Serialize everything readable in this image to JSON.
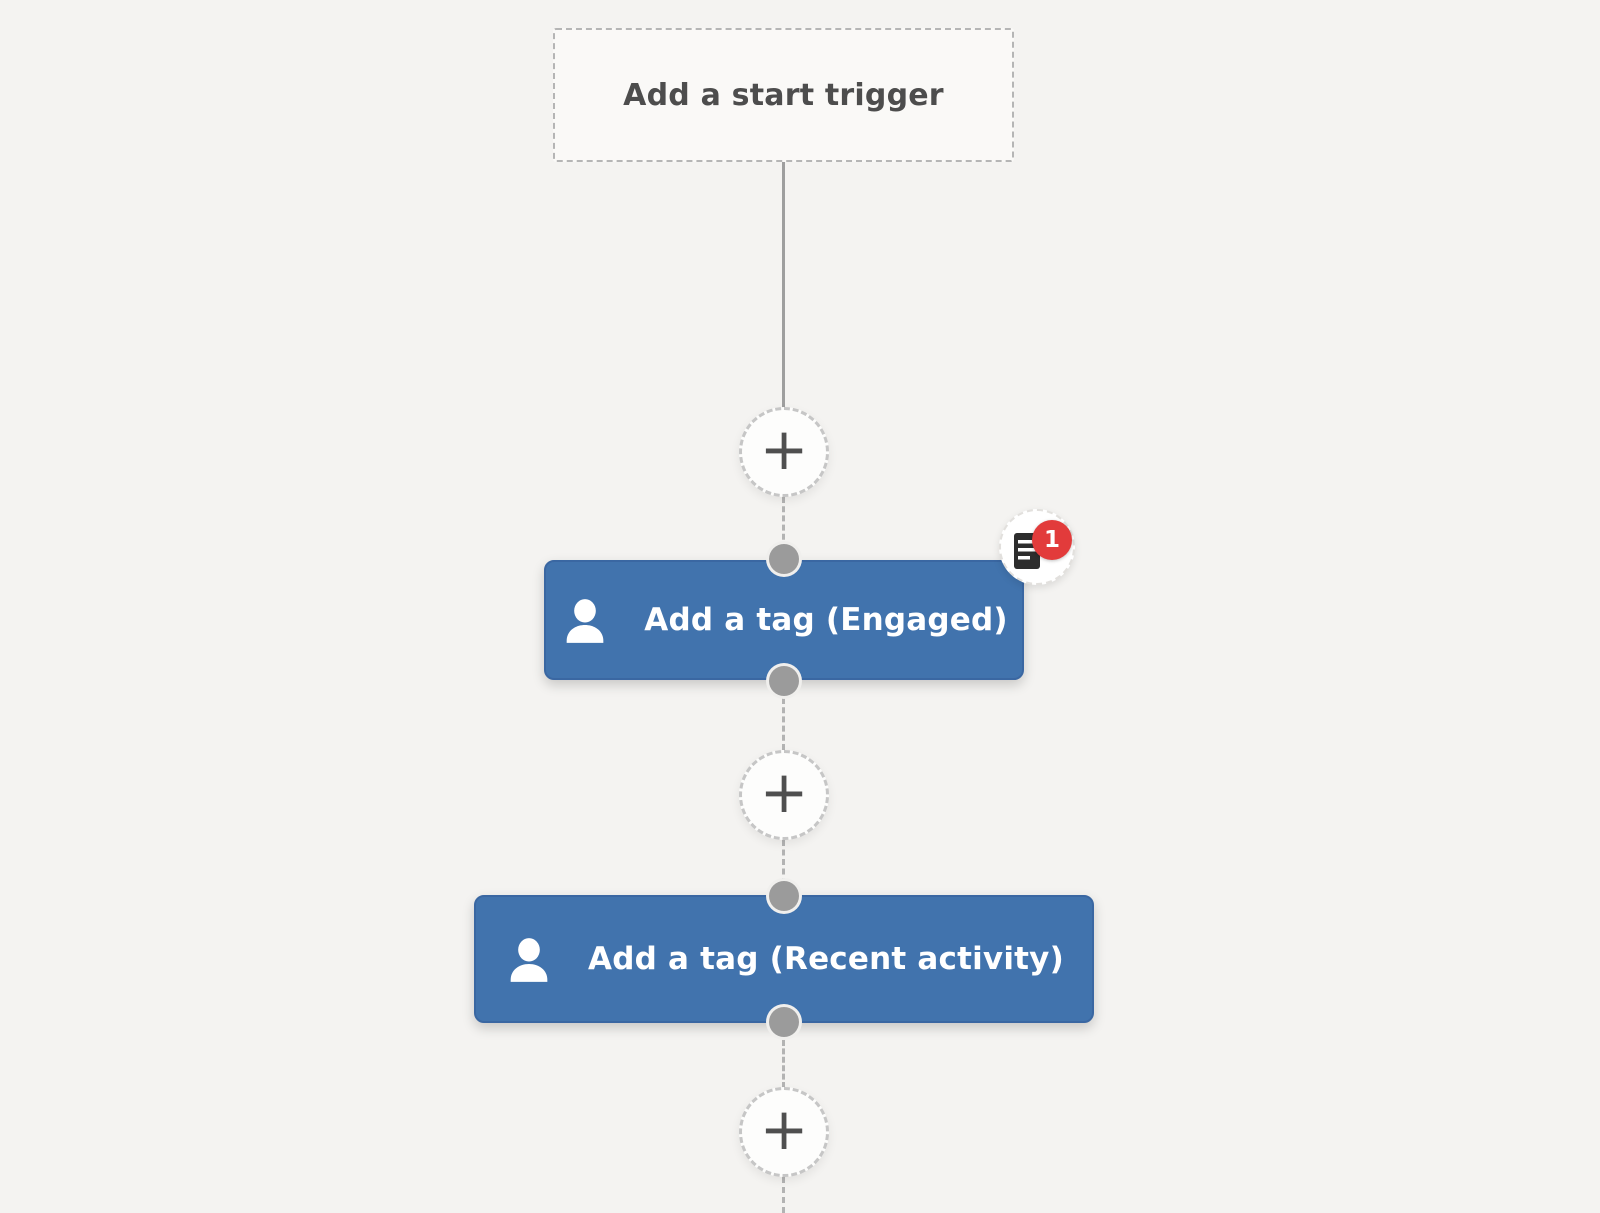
{
  "canvas": {
    "background_color": "#f4f3f1",
    "node_color": "#4173ad",
    "badge_color": "#e23b3b"
  },
  "flow": {
    "start_trigger": {
      "label": "Add a start trigger"
    },
    "plus_label": "+",
    "nodes": [
      {
        "label": "Add a tag (Engaged)",
        "icon": "person-icon",
        "badge": {
          "count": "1",
          "icon": "note-list-icon"
        }
      },
      {
        "label": "Add a tag (Recent activity)",
        "icon": "person-icon"
      }
    ]
  }
}
